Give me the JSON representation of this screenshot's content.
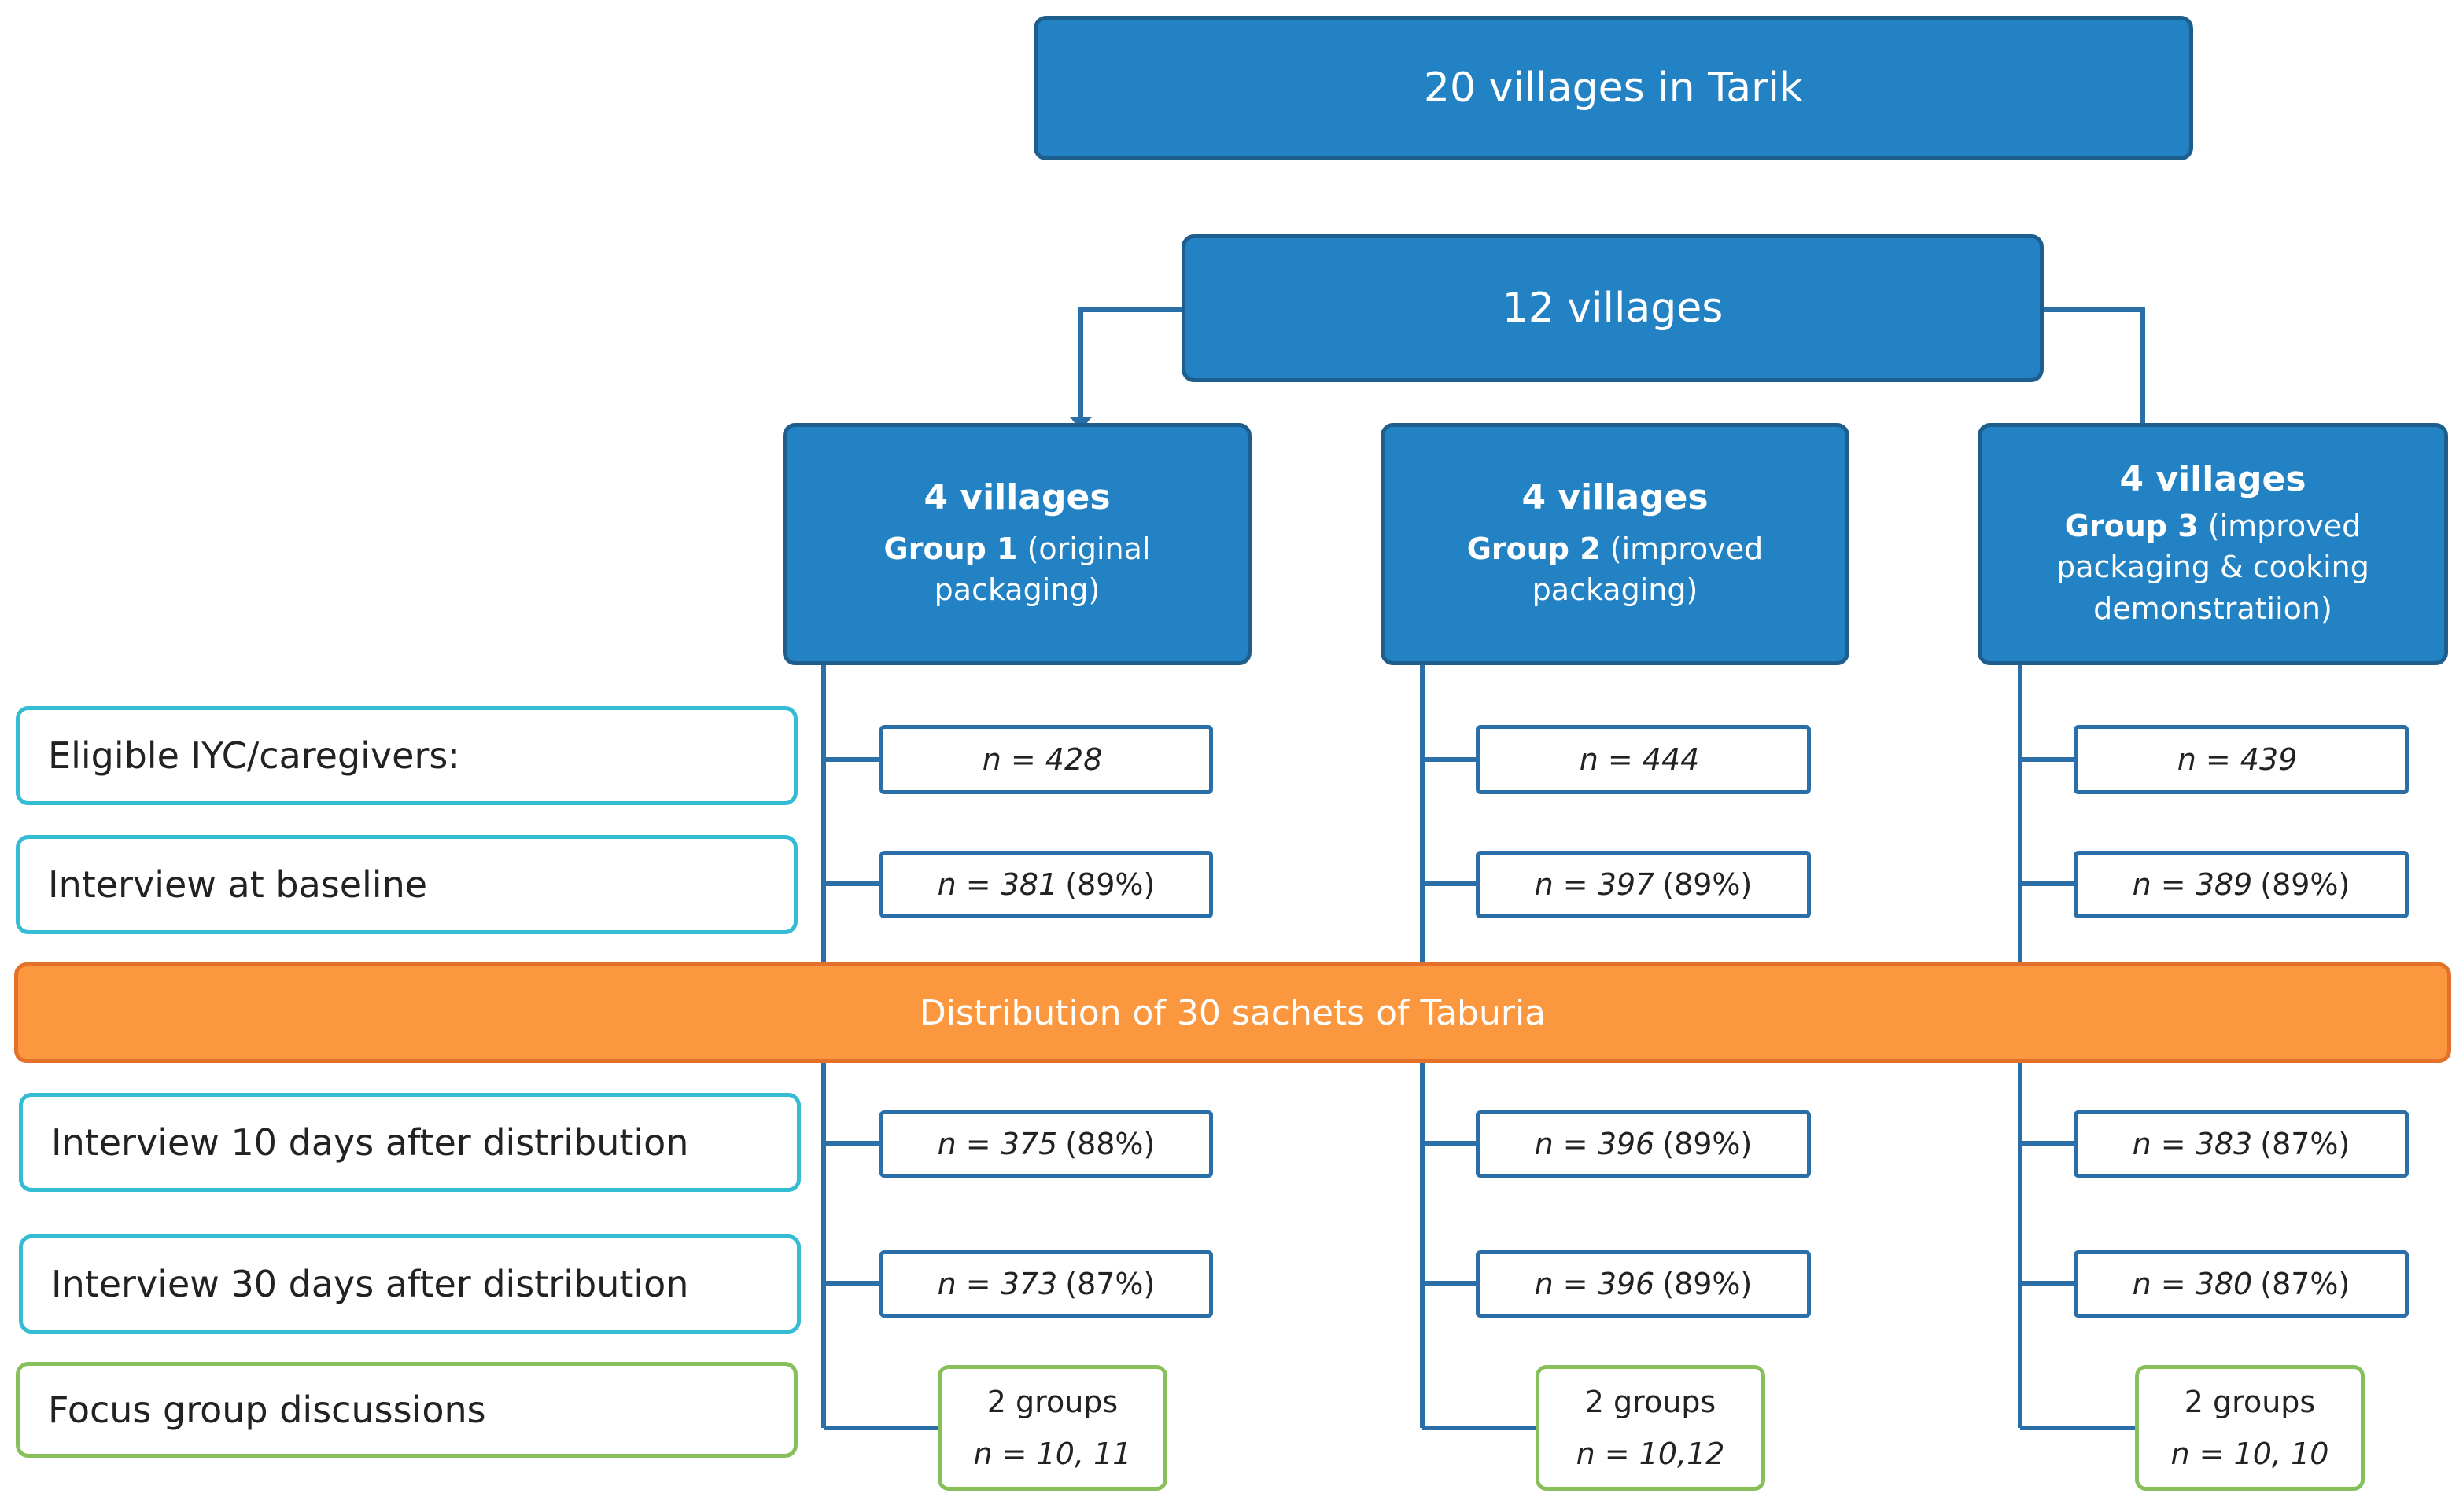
{
  "top": {
    "title": "20 villages in Tarik"
  },
  "mid": {
    "title": "12 villages"
  },
  "groups": [
    {
      "villages": "4 villages",
      "group_label": "Group 1",
      "group_desc": " (original packaging)"
    },
    {
      "villages": "4 villages",
      "group_label": "Group 2",
      "group_desc": " (improved packaging)"
    },
    {
      "villages": "4 villages",
      "group_label": "Group 3",
      "group_desc": " (improved packaging & cooking demonstratiion)"
    }
  ],
  "rows": [
    {
      "label": "Eligible IYC/caregivers:"
    },
    {
      "label": "Interview at baseline"
    },
    {
      "label": "Interview 10 days after distribution"
    },
    {
      "label": "Interview 30 days after distribution"
    },
    {
      "label": "Focus group discussions"
    }
  ],
  "distribution": "Distribution of 30 sachets of Taburia",
  "counts": [
    [
      {
        "n": "n = 428",
        "pct": ""
      },
      {
        "n": "n = 444",
        "pct": ""
      },
      {
        "n": "n = 439",
        "pct": ""
      }
    ],
    [
      {
        "n": "n = 381",
        "pct": "(89%)"
      },
      {
        "n": "n = 397",
        "pct": "(89%)"
      },
      {
        "n": "n = 389",
        "pct": "(89%)"
      }
    ],
    [
      {
        "n": "n = 375",
        "pct": "(88%)"
      },
      {
        "n": "n = 396",
        "pct": "(89%)"
      },
      {
        "n": "n = 383",
        "pct": "(87%)"
      }
    ],
    [
      {
        "n": "n = 373",
        "pct": "(87%)"
      },
      {
        "n": "n = 396",
        "pct": "(89%)"
      },
      {
        "n": "n = 380",
        "pct": "(87%)"
      }
    ]
  ],
  "focus": [
    {
      "groups": "2 groups",
      "n": "n = 10, 11"
    },
    {
      "groups": "2 groups",
      "n": "n = 10,12"
    },
    {
      "groups": "2 groups",
      "n": "n = 10, 10"
    }
  ]
}
